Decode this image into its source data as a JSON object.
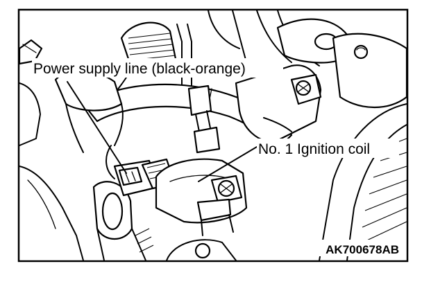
{
  "labels": {
    "power_supply_line": "Power supply line (black-orange)",
    "ignition_coil": "No. 1 Ignition coil",
    "figure_code": "AK700678AB"
  },
  "colors": {
    "ink": "#000000",
    "paper": "#ffffff"
  }
}
